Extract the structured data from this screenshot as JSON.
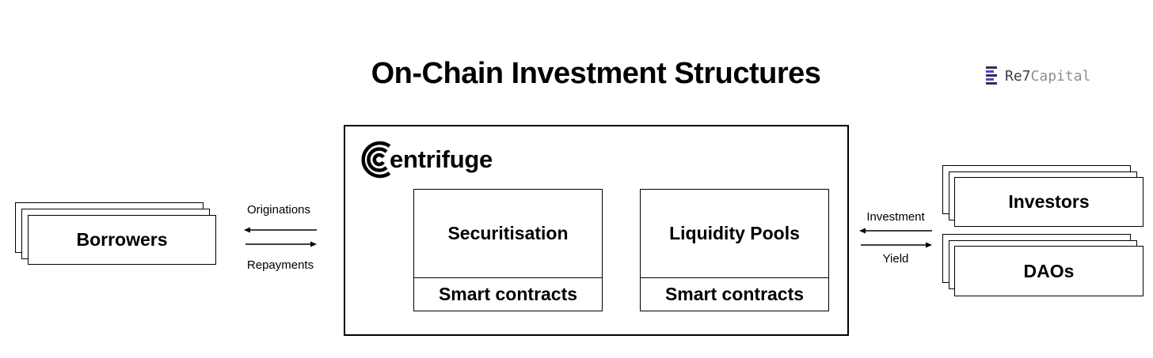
{
  "title": "On-Chain Investment Structures",
  "logo": {
    "prefix": "Re7",
    "suffix": "Capital"
  },
  "borrowers": {
    "label": "Borrowers"
  },
  "left_flows": {
    "top_label": "Originations",
    "bottom_label": "Repayments"
  },
  "platform": {
    "brand": "entrifuge",
    "modules": [
      {
        "title": "Securitisation",
        "footer": "Smart contracts"
      },
      {
        "title": "Liquidity Pools",
        "footer": "Smart contracts"
      }
    ]
  },
  "right_flows": {
    "top_label": "Investment",
    "bottom_label": "Yield"
  },
  "investors": {
    "label": "Investors"
  },
  "daos": {
    "label": "DAOs"
  },
  "colors": {
    "logo_accent": "#5b3fd1",
    "logo_dark": "#2d3342"
  }
}
